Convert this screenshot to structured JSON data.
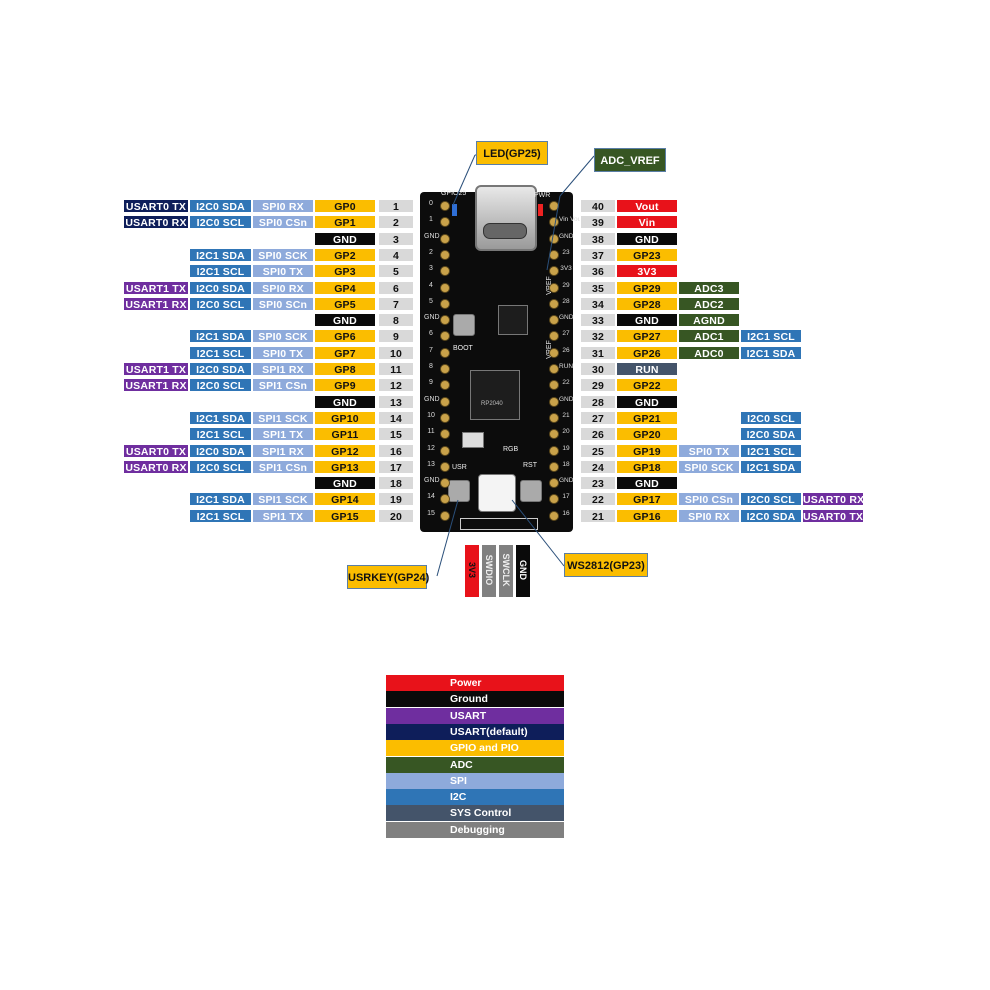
{
  "colors": {
    "power": "#e8121a",
    "ground": "#0a0a0a",
    "usart": "#6f2e9f",
    "usart_default": "#0e1e5a",
    "gpio": "#fbbd00",
    "adc": "#375623",
    "spi": "#8eaadb",
    "i2c": "#2f75b6",
    "sys": "#44546a",
    "debug": "#808080",
    "num": "#d9d9d9"
  },
  "left_rows": [
    {
      "n": "1",
      "gp": "GP0",
      "spi": "SPI0 RX",
      "i2c": "I2C0 SDA",
      "uart": "USART0 TX",
      "ut": "usart_default"
    },
    {
      "n": "2",
      "gp": "GP1",
      "spi": "SPI0 CSn",
      "i2c": "I2C0 SCL",
      "uart": "USART0 RX",
      "ut": "usart_default"
    },
    {
      "n": "3",
      "gp": "GND",
      "gnd": true
    },
    {
      "n": "4",
      "gp": "GP2",
      "spi": "SPI0 SCK",
      "i2c": "I2C1 SDA"
    },
    {
      "n": "5",
      "gp": "GP3",
      "spi": "SPI0 TX",
      "i2c": "I2C1 SCL"
    },
    {
      "n": "6",
      "gp": "GP4",
      "spi": "SPI0 RX",
      "i2c": "I2C0 SDA",
      "uart": "USART1 TX",
      "ut": "usart"
    },
    {
      "n": "7",
      "gp": "GP5",
      "spi": "SPI0 SCn",
      "i2c": "I2C0 SCL",
      "uart": "USART1 RX",
      "ut": "usart"
    },
    {
      "n": "8",
      "gp": "GND",
      "gnd": true
    },
    {
      "n": "9",
      "gp": "GP6",
      "spi": "SPI0 SCK",
      "i2c": "I2C1 SDA"
    },
    {
      "n": "10",
      "gp": "GP7",
      "spi": "SPI0 TX",
      "i2c": "I2C1 SCL"
    },
    {
      "n": "11",
      "gp": "GP8",
      "spi": "SPI1 RX",
      "i2c": "I2C0 SDA",
      "uart": "USART1 TX",
      "ut": "usart"
    },
    {
      "n": "12",
      "gp": "GP9",
      "spi": "SPI1 CSn",
      "i2c": "I2C0 SCL",
      "uart": "USART1 RX",
      "ut": "usart"
    },
    {
      "n": "13",
      "gp": "GND",
      "gnd": true
    },
    {
      "n": "14",
      "gp": "GP10",
      "spi": "SPI1 SCK",
      "i2c": "I2C1 SDA"
    },
    {
      "n": "15",
      "gp": "GP11",
      "spi": "SPI1 TX",
      "i2c": "I2C1 SCL"
    },
    {
      "n": "16",
      "gp": "GP12",
      "spi": "SPI1 RX",
      "i2c": "I2C0 SDA",
      "uart": "USART0 TX",
      "ut": "usart"
    },
    {
      "n": "17",
      "gp": "GP13",
      "spi": "SPI1 CSn",
      "i2c": "I2C0 SCL",
      "uart": "USART0 RX",
      "ut": "usart"
    },
    {
      "n": "18",
      "gp": "GND",
      "gnd": true
    },
    {
      "n": "19",
      "gp": "GP14",
      "spi": "SPI1 SCK",
      "i2c": "I2C1 SDA"
    },
    {
      "n": "20",
      "gp": "GP15",
      "spi": "SPI1 TX",
      "i2c": "I2C1 SCL"
    }
  ],
  "right_rows": [
    {
      "n": "40",
      "gp": "Vout",
      "t": "power"
    },
    {
      "n": "39",
      "gp": "Vin",
      "t": "power"
    },
    {
      "n": "38",
      "gp": "GND",
      "t": "ground"
    },
    {
      "n": "37",
      "gp": "GP23",
      "t": "gpio"
    },
    {
      "n": "36",
      "gp": "3V3",
      "t": "power"
    },
    {
      "n": "35",
      "gp": "GP29",
      "t": "gpio",
      "adc": "ADC3"
    },
    {
      "n": "34",
      "gp": "GP28",
      "t": "gpio",
      "adc": "ADC2"
    },
    {
      "n": "33",
      "gp": "GND",
      "t": "ground",
      "adc": "AGND"
    },
    {
      "n": "32",
      "gp": "GP27",
      "t": "gpio",
      "adc": "ADC1",
      "i2c": "I2C1 SCL"
    },
    {
      "n": "31",
      "gp": "GP26",
      "t": "gpio",
      "adc": "ADC0",
      "i2c": "I2C1 SDA"
    },
    {
      "n": "30",
      "gp": "RUN",
      "t": "sys"
    },
    {
      "n": "29",
      "gp": "GP22",
      "t": "gpio"
    },
    {
      "n": "28",
      "gp": "GND",
      "t": "ground"
    },
    {
      "n": "27",
      "gp": "GP21",
      "t": "gpio",
      "i2c": "I2C0 SCL"
    },
    {
      "n": "26",
      "gp": "GP20",
      "t": "gpio",
      "i2c": "I2C0 SDA"
    },
    {
      "n": "25",
      "gp": "GP19",
      "t": "gpio",
      "spi": "SPI0 TX",
      "i2c": "I2C1 SCL"
    },
    {
      "n": "24",
      "gp": "GP18",
      "t": "gpio",
      "spi": "SPI0 SCK",
      "i2c": "I2C1 SDA"
    },
    {
      "n": "23",
      "gp": "GND",
      "t": "ground"
    },
    {
      "n": "22",
      "gp": "GP17",
      "t": "gpio",
      "spi": "SPI0 CSn",
      "i2c": "I2C0 SCL",
      "uart": "USART0 RX"
    },
    {
      "n": "21",
      "gp": "GP16",
      "t": "gpio",
      "spi": "SPI0 RX",
      "i2c": "I2C0 SDA",
      "uart": "USART0 TX"
    }
  ],
  "callouts": {
    "led": "LED(GP25)",
    "adc_vref": "ADC_VREF",
    "usrkey": "USRKEY(GP24)",
    "ws2812": "WS2812(GP23)"
  },
  "board": {
    "gpio25": "GPIO25",
    "pwr": "PWR",
    "boot": "BOOT",
    "usr": "USR",
    "rst": "RST",
    "rgb": "RGB",
    "chip": "RP2040",
    "vref": "VREF",
    "vref2": "VREF",
    "left_pins": [
      "0",
      "1",
      "GND",
      "2",
      "3",
      "4",
      "5",
      "GND",
      "6",
      "7",
      "8",
      "9",
      "GND",
      "10",
      "11",
      "12",
      "13",
      "GND",
      "14",
      "15"
    ],
    "right_pins": [
      "Vin Vout",
      "GND",
      "23",
      "3V3",
      "29",
      "28",
      "GND",
      "27",
      "26",
      "RUN",
      "22",
      "GND",
      "21",
      "20",
      "19",
      "18",
      "GND",
      "17",
      "16"
    ]
  },
  "debug_header": [
    {
      "label": "3V3",
      "t": "power"
    },
    {
      "label": "SWDIO",
      "t": "debug"
    },
    {
      "label": "SWCLK",
      "t": "debug"
    },
    {
      "label": "GND",
      "t": "ground"
    }
  ],
  "legend": [
    {
      "label": "Power",
      "t": "power"
    },
    {
      "label": "Ground",
      "t": "ground"
    },
    {
      "label": "USART",
      "t": "usart"
    },
    {
      "label": "USART(default)",
      "t": "usart_default"
    },
    {
      "label": "GPIO and PIO",
      "t": "gpio"
    },
    {
      "label": "ADC",
      "t": "adc"
    },
    {
      "label": "SPI",
      "t": "spi"
    },
    {
      "label": "I2C",
      "t": "i2c"
    },
    {
      "label": "SYS Control",
      "t": "sys"
    },
    {
      "label": "Debugging",
      "t": "debug"
    }
  ]
}
